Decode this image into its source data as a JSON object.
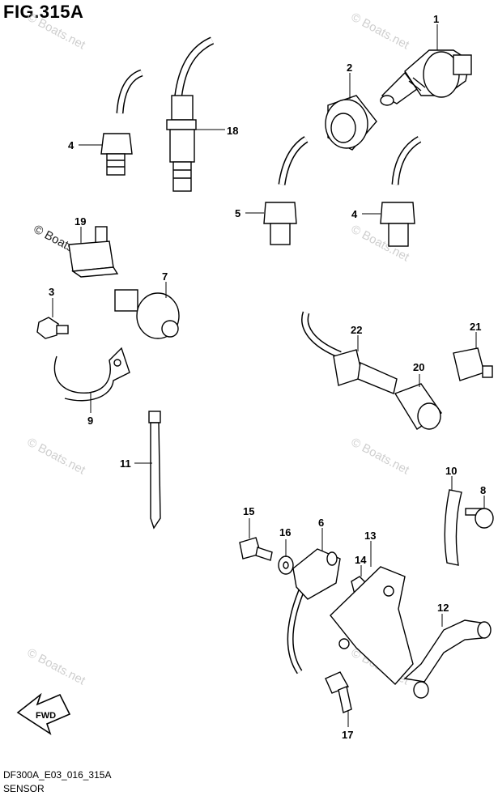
{
  "figure": {
    "title": "FIG.315A",
    "code": "DF300A_E03_016_315A",
    "name": "SENSOR"
  },
  "watermark": "© Boats.net",
  "direction_label": "FWD",
  "callouts": [
    {
      "id": "c1",
      "label": "1"
    },
    {
      "id": "c2",
      "label": "2"
    },
    {
      "id": "c4a",
      "label": "4"
    },
    {
      "id": "c18",
      "label": "18"
    },
    {
      "id": "c5",
      "label": "5"
    },
    {
      "id": "c4b",
      "label": "4"
    },
    {
      "id": "c19",
      "label": "19"
    },
    {
      "id": "c3",
      "label": "3"
    },
    {
      "id": "c7",
      "label": "7"
    },
    {
      "id": "c9",
      "label": "9"
    },
    {
      "id": "c22",
      "label": "22"
    },
    {
      "id": "c21",
      "label": "21"
    },
    {
      "id": "c20",
      "label": "20"
    },
    {
      "id": "c11",
      "label": "11"
    },
    {
      "id": "c10",
      "label": "10"
    },
    {
      "id": "c8",
      "label": "8"
    },
    {
      "id": "c15",
      "label": "15"
    },
    {
      "id": "c16",
      "label": "16"
    },
    {
      "id": "c6",
      "label": "6"
    },
    {
      "id": "c13",
      "label": "13"
    },
    {
      "id": "c14",
      "label": "14"
    },
    {
      "id": "c12",
      "label": "12"
    },
    {
      "id": "c17",
      "label": "17"
    }
  ]
}
